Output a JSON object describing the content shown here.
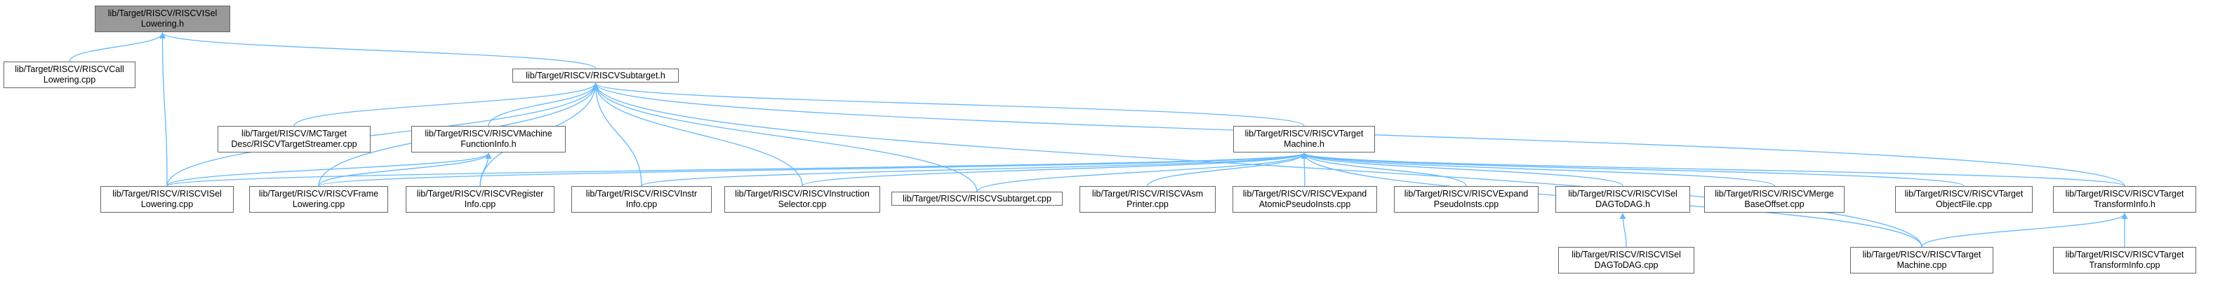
{
  "graph": {
    "edge_color": "#63b8ff",
    "root_fill": "#999999",
    "node_border": "#666666",
    "nodes": [
      {
        "id": "n0",
        "root": true,
        "lines": [
          "lib/Target/RISCV/RISCVISel",
          "Lowering.h"
        ]
      },
      {
        "id": "n1",
        "lines": [
          "lib/Target/RISCV/RISCVCall",
          "Lowering.cpp"
        ]
      },
      {
        "id": "n2",
        "lines": [
          "lib/Target/RISCV/RISCVSubtarget.h"
        ]
      },
      {
        "id": "n3",
        "lines": [
          "lib/Target/RISCV/RISCVISel",
          "Lowering.cpp"
        ]
      },
      {
        "id": "n4",
        "lines": [
          "lib/Target/RISCV/MCTarget",
          "Desc/RISCVTargetStreamer.cpp"
        ]
      },
      {
        "id": "n5",
        "lines": [
          "lib/Target/RISCV/RISCVMachine",
          "FunctionInfo.h"
        ]
      },
      {
        "id": "n6",
        "lines": [
          "lib/Target/RISCV/RISCVTarget",
          "Machine.h"
        ]
      },
      {
        "id": "n7",
        "lines": [
          "lib/Target/RISCV/RISCVFrame",
          "Lowering.cpp"
        ]
      },
      {
        "id": "n8",
        "lines": [
          "lib/Target/RISCV/RISCVRegister",
          "Info.cpp"
        ]
      },
      {
        "id": "n9",
        "lines": [
          "lib/Target/RISCV/RISCVInstr",
          "Info.cpp"
        ]
      },
      {
        "id": "n10",
        "lines": [
          "lib/Target/RISCV/RISCVInstruction",
          "Selector.cpp"
        ]
      },
      {
        "id": "n11",
        "lines": [
          "lib/Target/RISCV/RISCVSubtarget.cpp"
        ]
      },
      {
        "id": "n12",
        "lines": [
          "lib/Target/RISCV/RISCVAsm",
          "Printer.cpp"
        ]
      },
      {
        "id": "n13",
        "lines": [
          "lib/Target/RISCV/RISCVExpand",
          "AtomicPseudoInsts.cpp"
        ]
      },
      {
        "id": "n14",
        "lines": [
          "lib/Target/RISCV/RISCVExpand",
          "PseudoInsts.cpp"
        ]
      },
      {
        "id": "n15",
        "lines": [
          "lib/Target/RISCV/RISCVISel",
          "DAGToDAG.h"
        ]
      },
      {
        "id": "n16",
        "lines": [
          "lib/Target/RISCV/RISCVMerge",
          "BaseOffset.cpp"
        ]
      },
      {
        "id": "n17",
        "lines": [
          "lib/Target/RISCV/RISCVTarget",
          "ObjectFile.cpp"
        ]
      },
      {
        "id": "n18",
        "lines": [
          "lib/Target/RISCV/RISCVTarget",
          "TransformInfo.h"
        ]
      },
      {
        "id": "n19",
        "lines": [
          "lib/Target/RISCV/RISCVISel",
          "DAGToDAG.cpp"
        ]
      },
      {
        "id": "n20",
        "lines": [
          "lib/Target/RISCV/RISCVTarget",
          "Machine.cpp"
        ]
      },
      {
        "id": "n21",
        "lines": [
          "lib/Target/RISCV/RISCVTarget",
          "TransformInfo.cpp"
        ]
      }
    ],
    "edges": [
      [
        "n1",
        "n0"
      ],
      [
        "n3",
        "n0"
      ],
      [
        "n2",
        "n0"
      ],
      [
        "n3",
        "n2"
      ],
      [
        "n4",
        "n2"
      ],
      [
        "n5",
        "n2"
      ],
      [
        "n6",
        "n2"
      ],
      [
        "n7",
        "n2"
      ],
      [
        "n8",
        "n2"
      ],
      [
        "n9",
        "n2"
      ],
      [
        "n10",
        "n2"
      ],
      [
        "n11",
        "n2"
      ],
      [
        "n20",
        "n2"
      ],
      [
        "n18",
        "n2"
      ],
      [
        "n3",
        "n5"
      ],
      [
        "n7",
        "n5"
      ],
      [
        "n8",
        "n5"
      ],
      [
        "n3",
        "n6"
      ],
      [
        "n7",
        "n6"
      ],
      [
        "n9",
        "n6"
      ],
      [
        "n10",
        "n6"
      ],
      [
        "n11",
        "n6"
      ],
      [
        "n12",
        "n6"
      ],
      [
        "n13",
        "n6"
      ],
      [
        "n14",
        "n6"
      ],
      [
        "n15",
        "n6"
      ],
      [
        "n16",
        "n6"
      ],
      [
        "n17",
        "n6"
      ],
      [
        "n18",
        "n6"
      ],
      [
        "n20",
        "n6"
      ],
      [
        "n19",
        "n15"
      ],
      [
        "n20",
        "n18"
      ],
      [
        "n21",
        "n18"
      ]
    ]
  }
}
